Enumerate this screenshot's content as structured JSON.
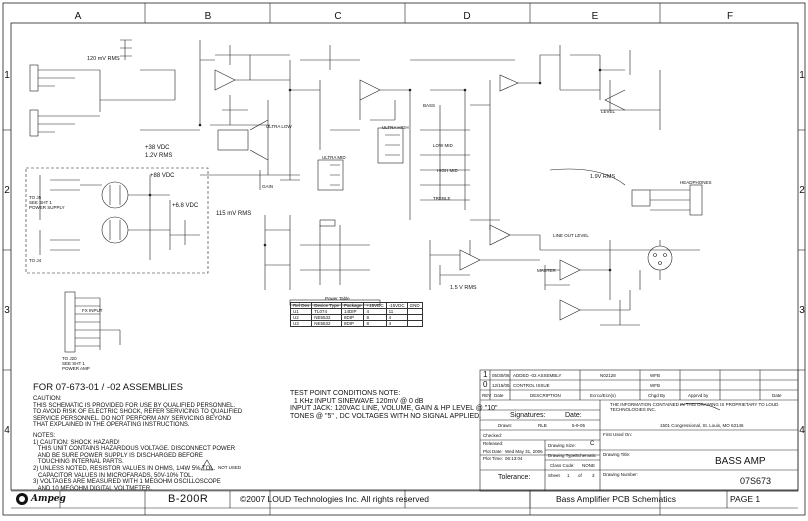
{
  "columns": [
    "A",
    "B",
    "C",
    "D",
    "E",
    "F"
  ],
  "rows": [
    "1",
    "2",
    "3",
    "4"
  ],
  "signals": {
    "rms_in": "120 mV RMS",
    "vdc_38": "+38 VDC",
    "vdc_1_2": "1.2V RMS",
    "vdc_88": "+88 VDC",
    "vdc_6_8": "+6.8 VDC",
    "rms_115": "115 mV RMS",
    "rms_1_9": "1.9V RMS",
    "rms_1_5": "1.5 V RMS",
    "line_out_level": "LINE OUT LEVEL",
    "headphones": "HEADPHONES",
    "master": "MASTER",
    "gain": "GAIN",
    "ultra_low": "ULTRA LOW",
    "ultra_mid": "ULTRA MID",
    "ultra_high": "ULTRA HIGH",
    "bass": "BASS",
    "low_mid": "LOW MID",
    "high_mid": "HIGH MID",
    "treble": "TREBLE",
    "level": "LEVEL",
    "fx_input": "FX INPUT",
    "to_j5": "TO J5\nSEE SHT 1\nPOWER SUPPLY",
    "to_j4": "TO J4",
    "to_j20": "TO J20\nSEE SHT 1\nPOWER AMP"
  },
  "power_table": {
    "title": "Power Table",
    "headers": [
      "Ref Des",
      "Device Type",
      "Package",
      "+15VDC",
      "-15VDC",
      "GND"
    ],
    "rows": [
      [
        "U1",
        "TL074",
        "14DIP",
        4,
        11,
        ""
      ],
      [
        "U2",
        "NE5532",
        "8DIP",
        8,
        4,
        ""
      ],
      [
        "U3",
        "NE5532",
        "8DIP",
        8,
        4,
        ""
      ]
    ]
  },
  "assemblies": "FOR 07-673-01 / -02 ASSEMBLIES",
  "caution": "CAUTION:\nTHIS SCHEMATIC IS PROVIDED FOR USE BY QUALIFIED PERSONNEL.\nTO AVOID RISK OF ELECTRIC SHOCK, REFER SERVICING TO QUALIFIED\nSERVICE PERSONNEL. DO NOT PERFORM ANY SERVICING BEYOND\nTHAT EXPLAINED IN THE OPERATING INSTRUCTIONS.",
  "notes": "NOTES:\n1) CAUTION: SHOCK HAZARD!\n   THIS UNIT CONTAINS HAZARDOUS VOLTAGE. DISCONNECT POWER\n   AND BE SURE POWER SUPPLY IS DISCHARGED BEFORE\n   TOUCHING INTERNAL PARTS.\n2) UNLESS NOTED, RESISTOR VALUES IN OHMS, 1/4W 5% TOL.\n   CAPACITOR VALUES IN MICROFARADS, 50V-10% TOL.\n3) VOLTAGES ARE MEASURED WITH 1 MEGOHM OSCILLOSCOPE\n   AND 10 MEGOHM DIGITAL VOLTMETER.",
  "not_used": "NOT USED",
  "test_conditions": "TEST POINT CONDITIONS NOTE:\n  1 KHz INPUT SINEWAVE 120mV @ 0 dB\nINPUT JACK: 120VAC LINE, VOLUME, GAIN & HP LEVEL @ \"10\"\nTONES @ \"5\" , DC VOLTAGES WITH NO SIGNAL APPLIED.",
  "revisions": [
    {
      "rev": "1",
      "date": "05/30/06",
      "desc": "ADDED -02 ASSEMBLY",
      "ecr": "N02128",
      "by": "WFB"
    },
    {
      "rev": "0",
      "date": "12/15/05",
      "desc": "CONTROL ISSUE",
      "ecr": "",
      "by": "WFB"
    }
  ],
  "rev_headers": [
    "REV",
    "Date",
    "DESCRIPTION",
    "Ecrco/Ecn(s)",
    "Chgd By",
    "Apprvd by",
    "Date"
  ],
  "title_block": {
    "proprietary": "THE INFORMATION CONTAINED IN THIS DRAWING IS PROPRIETARY TO LOUD TECHNOLOGIES INC.",
    "signatures": "Signatures:",
    "date_label": "Date:",
    "drawn": "Drawn:",
    "drawn_by": "RLB",
    "drawn_date": "5-9-05",
    "checked": "Checked:",
    "released": "Released:",
    "plot_date": "Plot Date:",
    "plot_date_val": "Wed May 31, 2006",
    "plot_time": "Plot Time:",
    "plot_time_val": "06:13:04",
    "address": "1501 Congressional, St. Louis, MO 63146",
    "first_used": "First Used On:",
    "tolerance": "Tolerance:",
    "drawing_size": "Drawing Size:",
    "drawing_size_val": "C",
    "drawing_type": "Drawing Type:",
    "drawing_type_val": "Schematic",
    "class_code": "Class Code:",
    "class_code_val": "NONE",
    "sheet": "Sheet",
    "sheet_num": "1",
    "sheet_of": "of",
    "sheet_total": "3",
    "drawing_title_label": "Drawing Title:",
    "drawing_title": "BASS AMP",
    "drawing_number_label": "Drawing Number:",
    "drawing_number": "07S673"
  },
  "footer": {
    "logo": "Ampeg",
    "model": "B-200R",
    "copyright": "©2007 LOUD Technologies Inc. All rights reserved",
    "description": "Bass Amplifier PCB Schematics",
    "page": "PAGE 1"
  }
}
